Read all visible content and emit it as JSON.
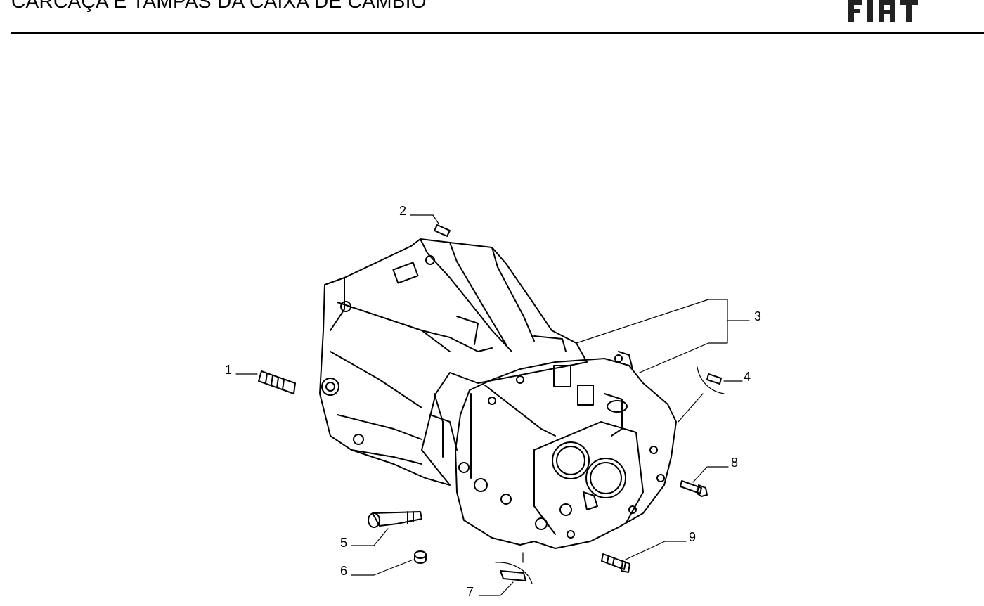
{
  "header": {
    "title": "CARCAÇA E TAMPAS DA CAIXA DE CÂMBIO",
    "brand": "FIAT"
  },
  "diagram": {
    "callouts": [
      {
        "id": 1,
        "label": "1"
      },
      {
        "id": 2,
        "label": "2"
      },
      {
        "id": 3,
        "label": "3"
      },
      {
        "id": 4,
        "label": "4"
      },
      {
        "id": 5,
        "label": "5"
      },
      {
        "id": 6,
        "label": "6"
      },
      {
        "id": 7,
        "label": "7"
      },
      {
        "id": 8,
        "label": "8"
      },
      {
        "id": 9,
        "label": "9"
      }
    ]
  },
  "colors": {
    "ink": "#000000",
    "paper": "#ffffff",
    "logo": "#222222"
  }
}
